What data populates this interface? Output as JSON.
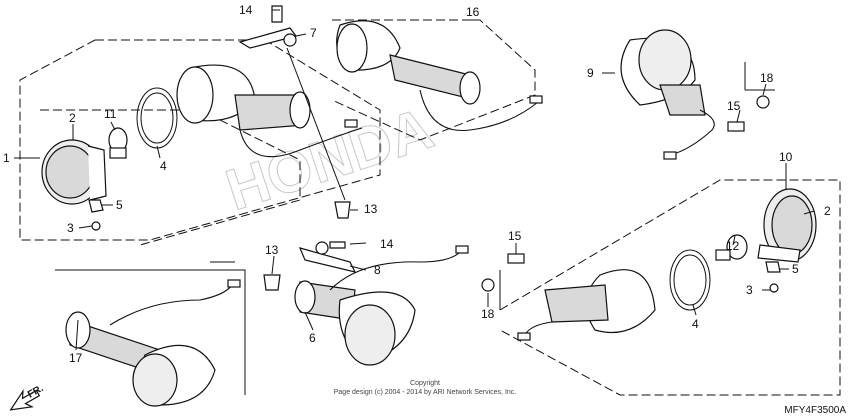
{
  "callouts": {
    "c1": "1",
    "c2a": "2",
    "c2b": "2",
    "c3a": "3",
    "c3b": "3",
    "c4a": "4",
    "c4b": "4",
    "c5a": "5",
    "c5b": "5",
    "c6": "6",
    "c7": "7",
    "c8": "8",
    "c9": "9",
    "c10": "10",
    "c11": "11",
    "c12": "12",
    "c13a": "13",
    "c13b": "13",
    "c14a": "14",
    "c14b": "14",
    "c15a": "15",
    "c15b": "15",
    "c16": "16",
    "c17": "17",
    "c18a": "18",
    "c18b": "18"
  },
  "watermark": "HONDA",
  "direction_label": "FR.",
  "copyright_line1": "Copyright",
  "copyright_line2": "Page design (c) 2004 - 2014 by ARI Network Services, Inc.",
  "reference_code": "MFY4F3500A"
}
